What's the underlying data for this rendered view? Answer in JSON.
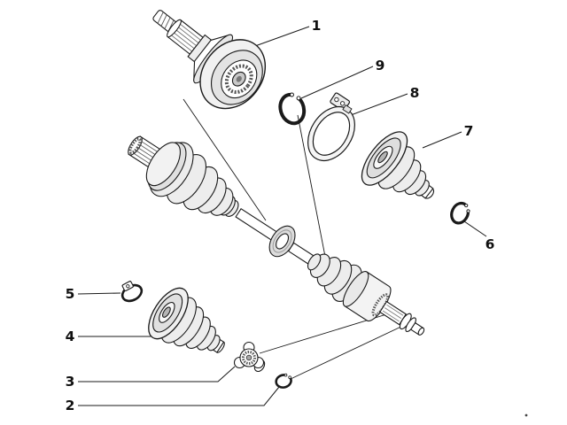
{
  "colors": {
    "line": "#1a1a1a",
    "bg": "#ffffff",
    "shade_light": "#ededed",
    "shade_mid": "#dedede"
  },
  "diagram": {
    "kind": "exploded-parts-diagram",
    "subject": "driveshaft-cv-joint-assembly",
    "callouts": [
      {
        "number": "1",
        "part_name": "outer-cv-joint-stub-axle"
      },
      {
        "number": "2",
        "part_name": "retaining-ring-inner"
      },
      {
        "number": "3",
        "part_name": "tripod-joint"
      },
      {
        "number": "4",
        "part_name": "inner-cv-boot"
      },
      {
        "number": "5",
        "part_name": "inner-boot-clamp-small"
      },
      {
        "number": "6",
        "part_name": "outer-circlip-small"
      },
      {
        "number": "7",
        "part_name": "outer-cv-boot"
      },
      {
        "number": "8",
        "part_name": "outer-boot-clamp"
      },
      {
        "number": "9",
        "part_name": "snap-ring"
      }
    ]
  }
}
